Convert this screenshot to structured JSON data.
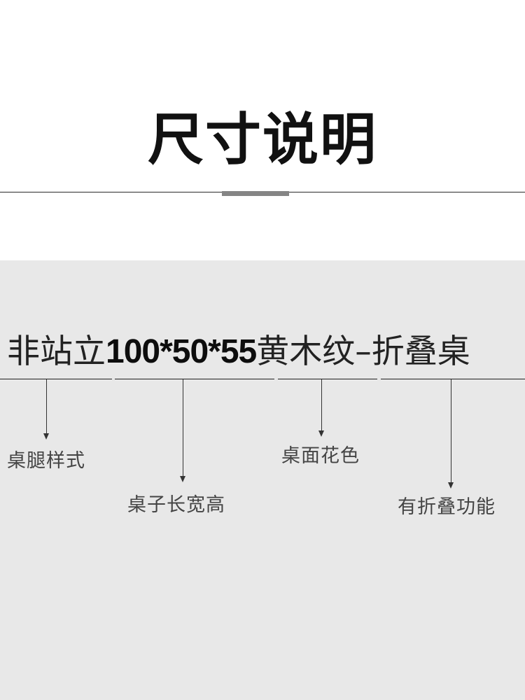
{
  "header": {
    "title": "尺寸说明"
  },
  "product_name": {
    "style": "非站立",
    "dimensions": "100*50*55",
    "color": "黄木纹",
    "separator": "–",
    "function": "折叠桌"
  },
  "annotations": {
    "leg_style": "桌腿样式",
    "dimensions": "桌子长宽高",
    "surface_color": "桌面花色",
    "folding": "有折叠功能"
  },
  "colors": {
    "background_top": "#ffffff",
    "background_panel": "#e8e8e8",
    "title": "#111111",
    "accent_bar": "#858585",
    "label_text": "#444444"
  }
}
